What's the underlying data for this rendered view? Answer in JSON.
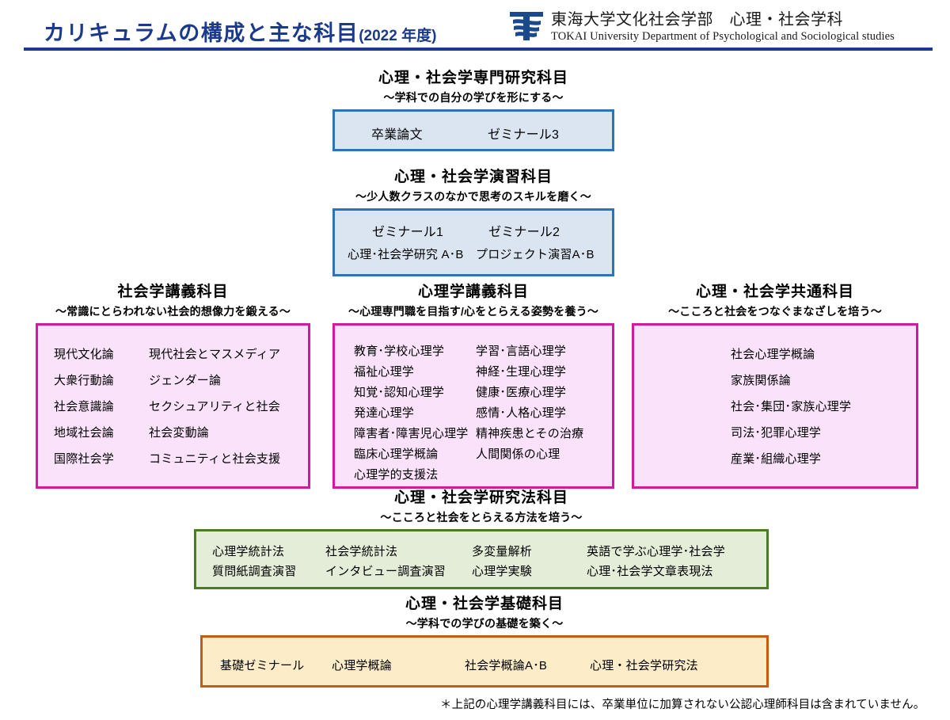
{
  "header": {
    "title_main": "カリキュラムの構成と主な科目",
    "title_year": "(2022 年度)",
    "brand_jp": "東海大学文化社会学部　心理・社会学科",
    "brand_en": "TOKAI University Department of Psychological and Sociological studies",
    "logo_icon": "tokai-t-wave-logo-icon",
    "accent_color": "#1b3a8c"
  },
  "sections": [
    {
      "key": "senmon_kenkyu",
      "title": "心理・社会学専門研究科目",
      "subtitle": "〜学科での自分の学びを形にする〜",
      "color_name": "blue",
      "fill": "#dbe5f1",
      "border": "#2f72b8",
      "courses": [
        "卒業論文",
        "ゼミナール3"
      ]
    },
    {
      "key": "enshu",
      "title": "心理・社会学演習科目",
      "subtitle": "〜少人数クラスのなかで思考のスキルを磨く〜",
      "color_name": "blue",
      "fill": "#dbe5f1",
      "border": "#2f72b8",
      "courses": [
        "ゼミナール1",
        "ゼミナール2",
        "心理･社会学研究 A･B",
        "プロジェクト演習A･B"
      ]
    },
    {
      "key": "shakaigaku_kogi",
      "title": "社会学講義科目",
      "subtitle": "〜常識にとらわれない社会的想像力を鍛える〜",
      "color_name": "pink",
      "fill": "#fbe2fb",
      "border": "#d21a9c",
      "courses_col1": [
        "現代文化論",
        "大衆行動論",
        "社会意識論",
        "地域社会論",
        "国際社会学"
      ],
      "courses_col2": [
        "現代社会とマスメディア",
        "ジェンダー論",
        "セクシュアリティと社会",
        "社会変動論",
        "コミュニティと社会支援"
      ]
    },
    {
      "key": "shinrigaku_kogi",
      "title": "心理学講義科目",
      "subtitle": "〜心理専門職を目指す/心をとらえる姿勢を養う〜",
      "color_name": "pink",
      "fill": "#fbe2fb",
      "border": "#d21a9c",
      "courses_col1": [
        "教育･学校心理学",
        "福祉心理学",
        "知覚･認知心理学",
        "発達心理学",
        "障害者･障害児心理学",
        "臨床心理学概論",
        "心理学的支援法"
      ],
      "courses_col2": [
        "学習･言語心理学",
        "神経･生理心理学",
        "健康･医療心理学",
        "感情･人格心理学",
        "精神疾患とその治療",
        "人間関係の心理"
      ]
    },
    {
      "key": "kyotsu",
      "title": "心理・社会学共通科目",
      "subtitle": "〜こころと社会をつなぐまなざしを培う〜",
      "color_name": "pink",
      "fill": "#fbe2fb",
      "border": "#d21a9c",
      "courses": [
        "社会心理学概論",
        "家族関係論",
        "社会･集団･家族心理学",
        "司法･犯罪心理学",
        "産業･組織心理学"
      ]
    },
    {
      "key": "kenkyuho",
      "title": "心理・社会学研究法科目",
      "subtitle": "〜こころと社会をとらえる方法を培う〜",
      "color_name": "green",
      "fill": "#e3edd8",
      "border": "#4a7b28",
      "row1": [
        "心理学統計法",
        "社会学統計法",
        "多変量解析",
        "英語で学ぶ心理学･社会学"
      ],
      "row2": [
        "質問紙調査演習",
        "インタビュー調査演習",
        "心理学実験",
        "心理･社会学文章表現法"
      ]
    },
    {
      "key": "kiso",
      "title": "心理・社会学基礎科目",
      "subtitle": "〜学科での学びの基礎を築く〜",
      "color_name": "orange",
      "fill": "#fcecc8",
      "border": "#c75b11",
      "courses": [
        "基礎ゼミナール",
        "心理学概論",
        "社会学概論A･B",
        "心理・社会学研究法"
      ]
    }
  ],
  "footnote": "＊上記の心理学講義科目には、卒業単位に加算されない公認心理師科目は含まれていません。"
}
